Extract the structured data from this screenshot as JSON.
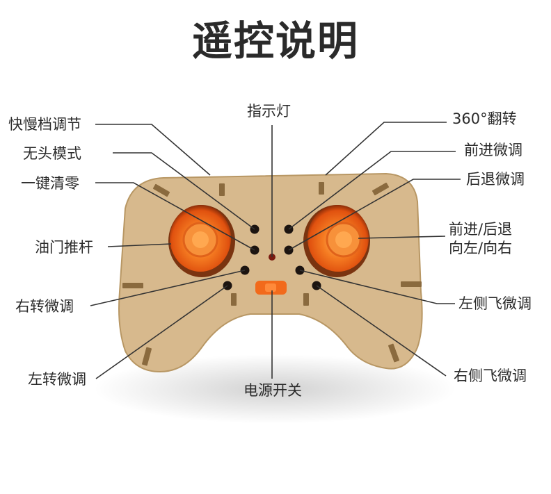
{
  "title": "遥控说明",
  "labels": {
    "speed_switch": "快慢档调节",
    "headless_mode": "无头模式",
    "one_key_clear": "一键清零",
    "throttle_stick": "油门推杆",
    "right_turn_trim": "右转微调",
    "left_turn_trim": "左转微调",
    "indicator_light": "指示灯",
    "power_switch": "电源开关",
    "flip_360": "360°翻转",
    "forward_trim": "前进微调",
    "backward_trim": "后退微调",
    "direction_stick_line1": "前进/后退",
    "direction_stick_line2": "向左/向右",
    "left_side_fly_trim": "左侧飞微调",
    "right_side_fly_trim": "右侧飞微调"
  },
  "colors": {
    "board": "#d7b98d",
    "board_edge": "#b89764",
    "stick": "#f26a1b",
    "stick_dark": "#8a2c08",
    "button": "#1c1410",
    "leader": "#333333"
  }
}
